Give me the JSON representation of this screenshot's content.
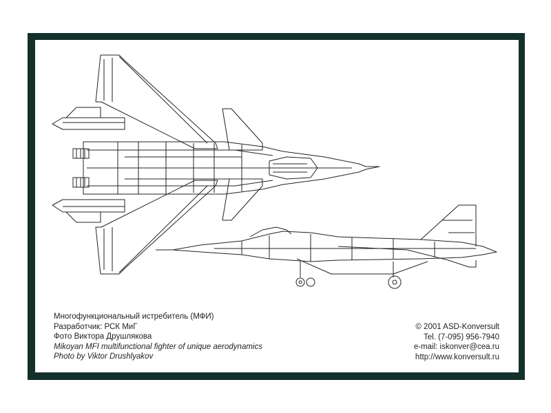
{
  "card": {
    "caption_ru": [
      "Многофункциональный истребитель (МФИ)",
      "Разработчик: РСК МиГ",
      "Фото Виктора Друшлякова"
    ],
    "caption_en": [
      "Mikoyan MFI multifunctional fighter of unique aerodynamics",
      "Photo by Viktor Drushlyakov"
    ],
    "publisher": {
      "copyright": "© 2001 ASD-Konversult",
      "tel": "Tel. (7-095) 956-7940",
      "email": "e-mail: iskonver@cea.ru",
      "website": "http://www.konversult.ru"
    }
  },
  "colors": {
    "border": "#14302a",
    "ink": "#222222"
  },
  "icons": [
    "aircraft-plan-view-drawing",
    "aircraft-side-view-drawing"
  ]
}
